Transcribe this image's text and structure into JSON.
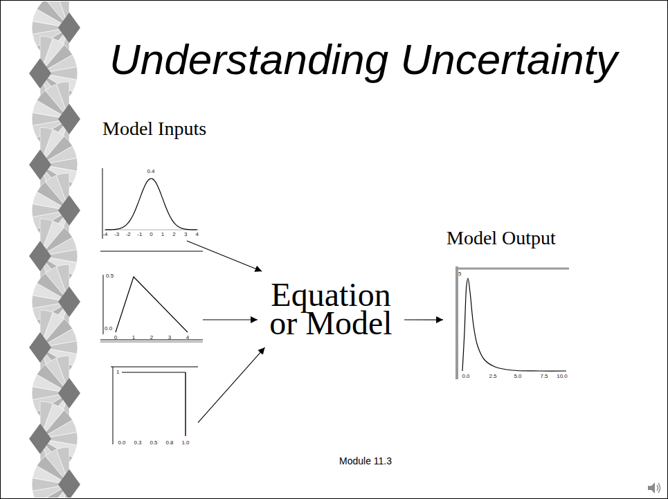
{
  "diagram": {
    "title": "Understanding Uncertainty",
    "nodes": [
      {
        "text": [
          "0.4",
          "-4",
          "-3",
          "-2",
          "-1",
          "0",
          "1",
          "2",
          "3",
          "4"
        ]
      },
      {
        "text": [
          "0.5",
          "0.0",
          "0",
          "1",
          "2",
          "3",
          "4"
        ]
      },
      {
        "text": [
          "1",
          "0.0",
          "0.3",
          "0.5",
          "0.8",
          "1.0"
        ]
      },
      {
        "text": [
          "Equation or Model"
        ]
      },
      {
        "text": [
          "Model Output",
          "5",
          "0.0",
          "2.5",
          "5.0",
          "7.5",
          "10.0"
        ]
      }
    ],
    "edges": [
      {
        "from": 0,
        "to": 3,
        "arrow": "to"
      },
      {
        "from": 1,
        "to": 3,
        "arrow": "to"
      },
      {
        "from": 2,
        "to": 3,
        "arrow": "to"
      },
      {
        "from": 3,
        "to": 4,
        "arrow": "to"
      }
    ],
    "labels": [
      "Model Inputs",
      "Module 11.3"
    ]
  }
}
